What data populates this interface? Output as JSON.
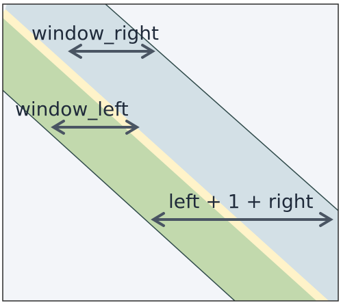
{
  "labels": {
    "window_right": "window_right",
    "window_left": "window_left",
    "total": "left + 1 + right"
  },
  "colors": {
    "background": "#f3f5f9",
    "frame": "#2b2b2b",
    "right_band": "#d3e0e6",
    "left_band": "#c2d9ad",
    "diagonal": "#fff3c9",
    "band_edge": "#2f4a4a",
    "arrow": "#4a5563",
    "text": "#1f2a3a"
  }
}
